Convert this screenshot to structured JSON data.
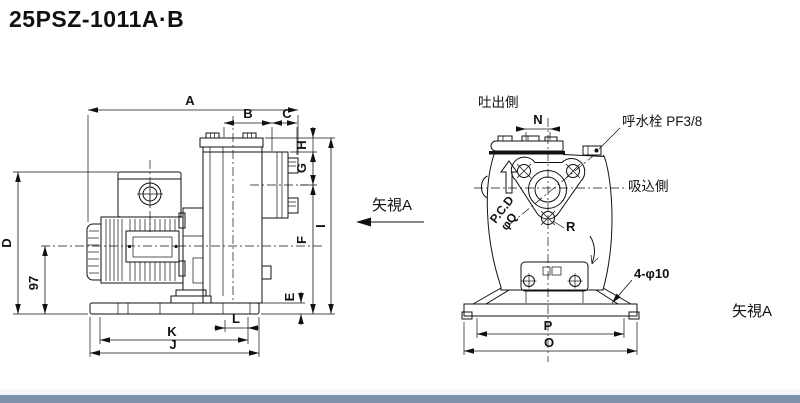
{
  "title": "25PSZ-1011A·B",
  "dims": {
    "A": "A",
    "B": "B",
    "C": "C",
    "D": "D",
    "E": "E",
    "F": "F",
    "G": "G",
    "H": "H",
    "I": "I",
    "J": "J",
    "K": "K",
    "L": "L",
    "N": "N",
    "O": "O",
    "P": "P",
    "R": "R",
    "motor_axis_height": "97",
    "pcd_line1": "P.C.D",
    "pcd_line2": "φQ",
    "base_holes": "4-φ10"
  },
  "labels": {
    "discharge_side": "吐出側",
    "priming_plug": "呼水栓 PF3/8",
    "suction_side": "吸込側",
    "view_a_arrow": "矢視A",
    "view_a_caption": "矢視A"
  },
  "colors": {
    "line": "#111111",
    "accent_bar": "#7e92aa"
  }
}
